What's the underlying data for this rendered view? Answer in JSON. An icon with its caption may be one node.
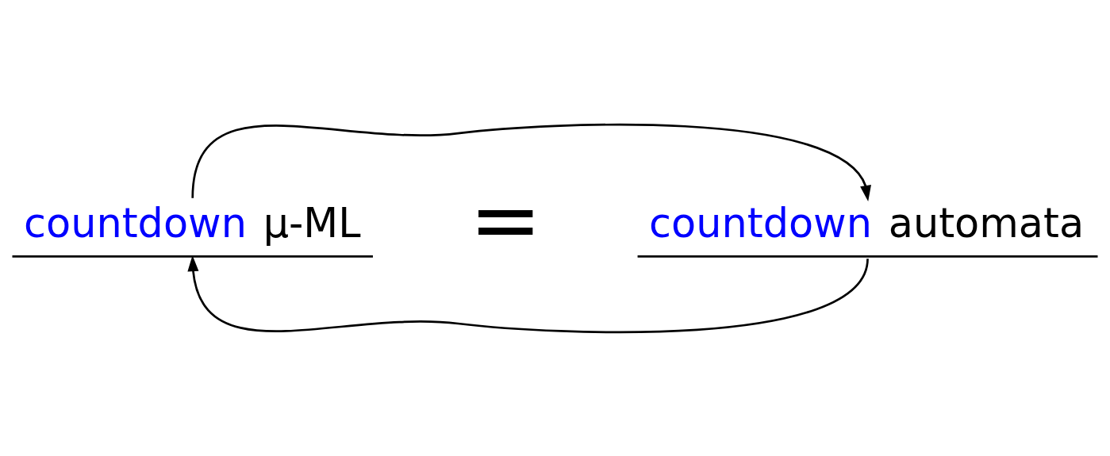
{
  "diagram": {
    "nodes": [
      {
        "text": [
          "countdown μ-ML"
        ]
      },
      {
        "text": [
          "countdown automata"
        ]
      }
    ],
    "edges": [
      {
        "from": 0,
        "to": 1,
        "arrow": "to"
      },
      {
        "from": 1,
        "to": 0,
        "arrow": "to"
      }
    ],
    "labels": [
      "="
    ]
  }
}
